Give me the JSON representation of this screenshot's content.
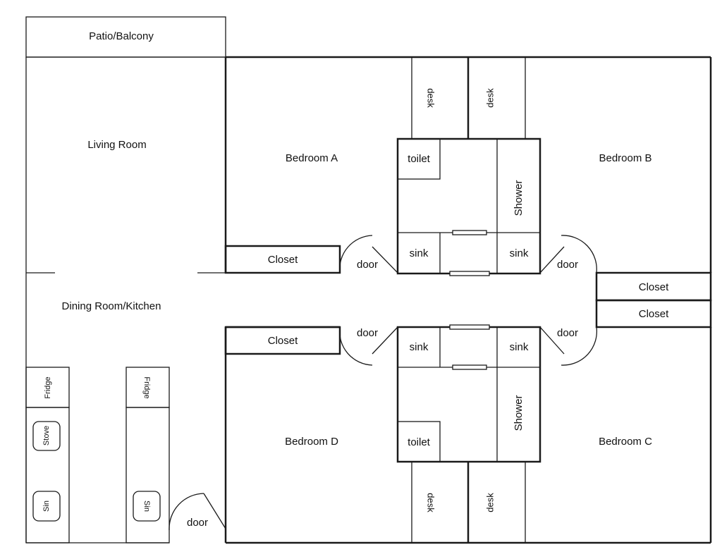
{
  "plan": {
    "patio": "Patio/Balcony",
    "living_room": "Living Room",
    "dining_kitchen": "Dining Room/Kitchen",
    "bedrooms": {
      "a": "Bedroom A",
      "b": "Bedroom B",
      "c": "Bedroom C",
      "d": "Bedroom D"
    },
    "closet": "Closet",
    "door": "door",
    "desk": "desk",
    "toilet": "toilet",
    "shower": "Shower",
    "sink": "sink",
    "fridge": "Fridge",
    "stove": "Stove",
    "kitchen_sink": "Sin"
  }
}
